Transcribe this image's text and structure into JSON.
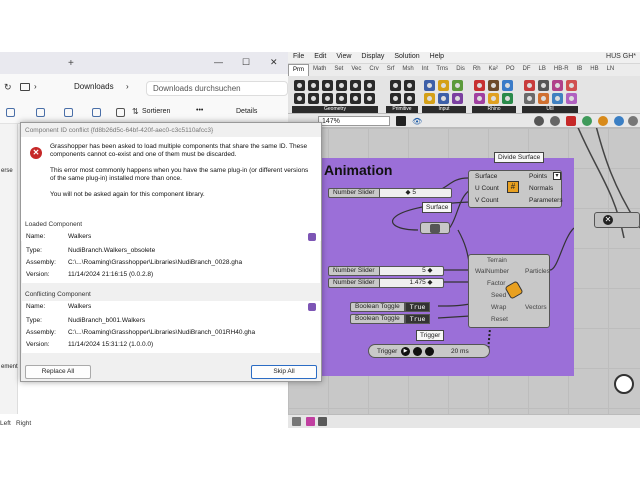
{
  "grasshopper": {
    "title_right": "HÜS GH*",
    "menu": [
      "File",
      "Edit",
      "View",
      "Display",
      "Solution",
      "Help"
    ],
    "tabs": [
      "Prm",
      "Math",
      "Set",
      "Vec",
      "Crv",
      "Srf",
      "Msh",
      "Int",
      "Trns",
      "Dis",
      "Rh",
      "Ka²",
      "PO",
      "DF",
      "LB",
      "HB-R",
      "IB",
      "HB",
      "LN"
    ],
    "active_tab": "Prm",
    "ribbon_groups": [
      "Geometry",
      "Primitive",
      "Input",
      "Rhino",
      "Util"
    ],
    "zoom": "147%",
    "group_title": "Animation",
    "components": {
      "divide_surface_tag": "Divide Surface",
      "divide_inputs": [
        "Surface",
        "U Count",
        "V Count"
      ],
      "divide_outputs": [
        "Points",
        "Normals",
        "Parameters"
      ],
      "surface_tag": "Surface",
      "slider1": {
        "label": "Number Slider",
        "value": "◆ 5"
      },
      "slider2": {
        "label": "Number Slider",
        "value": "5 ◆"
      },
      "slider3": {
        "label": "Number Slider",
        "value": "1.475 ◆"
      },
      "walker_inputs": [
        "Terrain",
        "WalNumber",
        "Factor",
        "Seed",
        "Wrap",
        "Reset"
      ],
      "walker_outputs": [
        "Particles",
        "Vectors"
      ],
      "toggle1": {
        "label": "Boolean Toggle",
        "value": "True"
      },
      "toggle2": {
        "label": "Boolean Toggle",
        "value": "True"
      },
      "trigger_tag": "Trigger",
      "trigger": {
        "label": "Trigger",
        "interval": "20 ms"
      }
    }
  },
  "explorer": {
    "breadcrumb": "Downloads",
    "search_placeholder": "Downloads durchsuchen",
    "sort_label": "Sortieren",
    "more_label": "•••",
    "details_label": "Details",
    "status_left": "Left",
    "status_right": "Right",
    "side_label_1": "erse",
    "side_label_2": "ement"
  },
  "dialog": {
    "title": "Component ID conflict {fd8b26d5c-64bf-420f-aec0-c3c5110afcc3}",
    "message1": "Grasshopper has been asked to load multiple components that share the same ID. These components cannot co-exist and one of them must be discarded.",
    "message2": "This error most commonly happens when you have the same plug-in (or different versions of the same plug-in) installed more than once.",
    "message3": "You will not be asked again for this component library.",
    "loaded": {
      "heading": "Loaded Component",
      "name_label": "Name:",
      "name": "Walkers",
      "type_label": "Type:",
      "type": "NudiBranch.Walkers_obsolete",
      "assembly_label": "Assembly:",
      "assembly": "C:\\...\\Roaming\\Grasshopper\\Libraries\\NudiBranch_0028.gha",
      "version_label": "Version:",
      "version": "11/14/2024 21:16:15    (0.0.2.8)"
    },
    "conflicting": {
      "heading": "Conflicting Component",
      "name_label": "Name:",
      "name": "Walkers",
      "type_label": "Type:",
      "type": "NudiBranch_b001.Walkers",
      "assembly_label": "Assembly:",
      "assembly": "C:\\...\\Roaming\\Grasshopper\\Libraries\\NudiBranch_001RH40.gha",
      "version_label": "Version:",
      "version": "11/14/2024 15:31:12    (1.0.0.0)"
    },
    "replace_all": "Replace All",
    "skip_all": "Skip All"
  }
}
